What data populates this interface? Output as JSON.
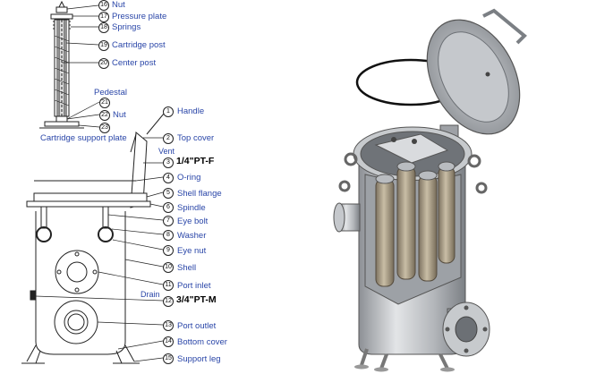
{
  "labels_top": [
    {
      "num": "16",
      "text": "Nut"
    },
    {
      "num": "17",
      "text": "Pressure plate"
    },
    {
      "num": "18",
      "text": "Springs"
    },
    {
      "num": "19",
      "text": "Cartridge post"
    },
    {
      "num": "20",
      "text": "Center post"
    }
  ],
  "pedestal": {
    "text": "Pedestal",
    "num": "21"
  },
  "nut2": {
    "num": "22",
    "text": "Nut"
  },
  "cartridge_support": {
    "num": "23",
    "text": "Cartridge support plate"
  },
  "right_labels": [
    {
      "num": "1",
      "text": "Handle"
    },
    {
      "num": "2",
      "text": "Top cover"
    },
    {
      "num": "3",
      "text": "1/4\"PT-F",
      "bold": true
    },
    {
      "num": "4",
      "text": "O-ring"
    },
    {
      "num": "5",
      "text": "Shell flange"
    },
    {
      "num": "6",
      "text": "Spindle"
    },
    {
      "num": "7",
      "text": "Eye bolt"
    },
    {
      "num": "8",
      "text": "Washer"
    },
    {
      "num": "9",
      "text": "Eye nut"
    },
    {
      "num": "10",
      "text": "Shell"
    },
    {
      "num": "11",
      "text": "Port inlet"
    },
    {
      "num": "12",
      "text": "3/4\"PT-M",
      "bold": true
    },
    {
      "num": "13",
      "text": "Port outlet"
    },
    {
      "num": "14",
      "text": "Bottom cover"
    },
    {
      "num": "15",
      "text": "Support leg"
    }
  ],
  "vent": "Vent",
  "drain": "Drain",
  "colors": {
    "label": "#2a46a8",
    "line": "#222222",
    "metal": "#b9bcc0"
  }
}
